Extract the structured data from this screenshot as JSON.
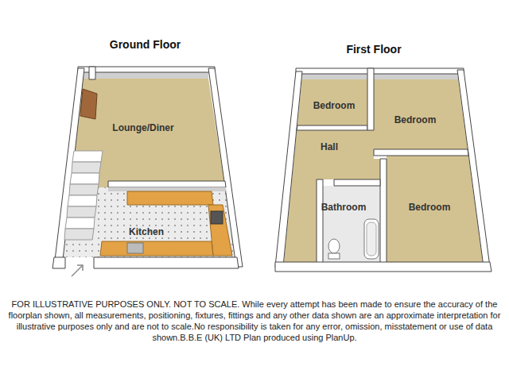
{
  "diagram": {
    "caption": "FOR ILLUSTRATIVE PURPOSES ONLY. NOT TO SCALE. While every attempt has been made to ensure the accuracy of the floorplan shown, all measurements, positioning, fixtures, fittings and any other data shown are an approximate interpretation for illustrative purposes only and are not to scale.No responsibility is taken for any error, omission, misstatement or use of data shown.B.B.E (UK) LTD Plan produced using PlanUp.",
    "nodes": [
      {
        "text": [
          "Ground Floor"
        ]
      },
      {
        "text": [
          "Lounge/Diner"
        ],
        "in": 0
      },
      {
        "text": [
          "Kitchen"
        ],
        "in": 0
      },
      {
        "text": [
          "First Floor"
        ]
      },
      {
        "text": [
          "Bedroom"
        ],
        "in": 3
      },
      {
        "text": [
          "Bedroom"
        ],
        "in": 3
      },
      {
        "text": [
          "Hall"
        ],
        "in": 3
      },
      {
        "text": [
          "Bathroom"
        ],
        "in": 3
      },
      {
        "text": [
          "Bedroom"
        ],
        "in": 3
      }
    ]
  }
}
